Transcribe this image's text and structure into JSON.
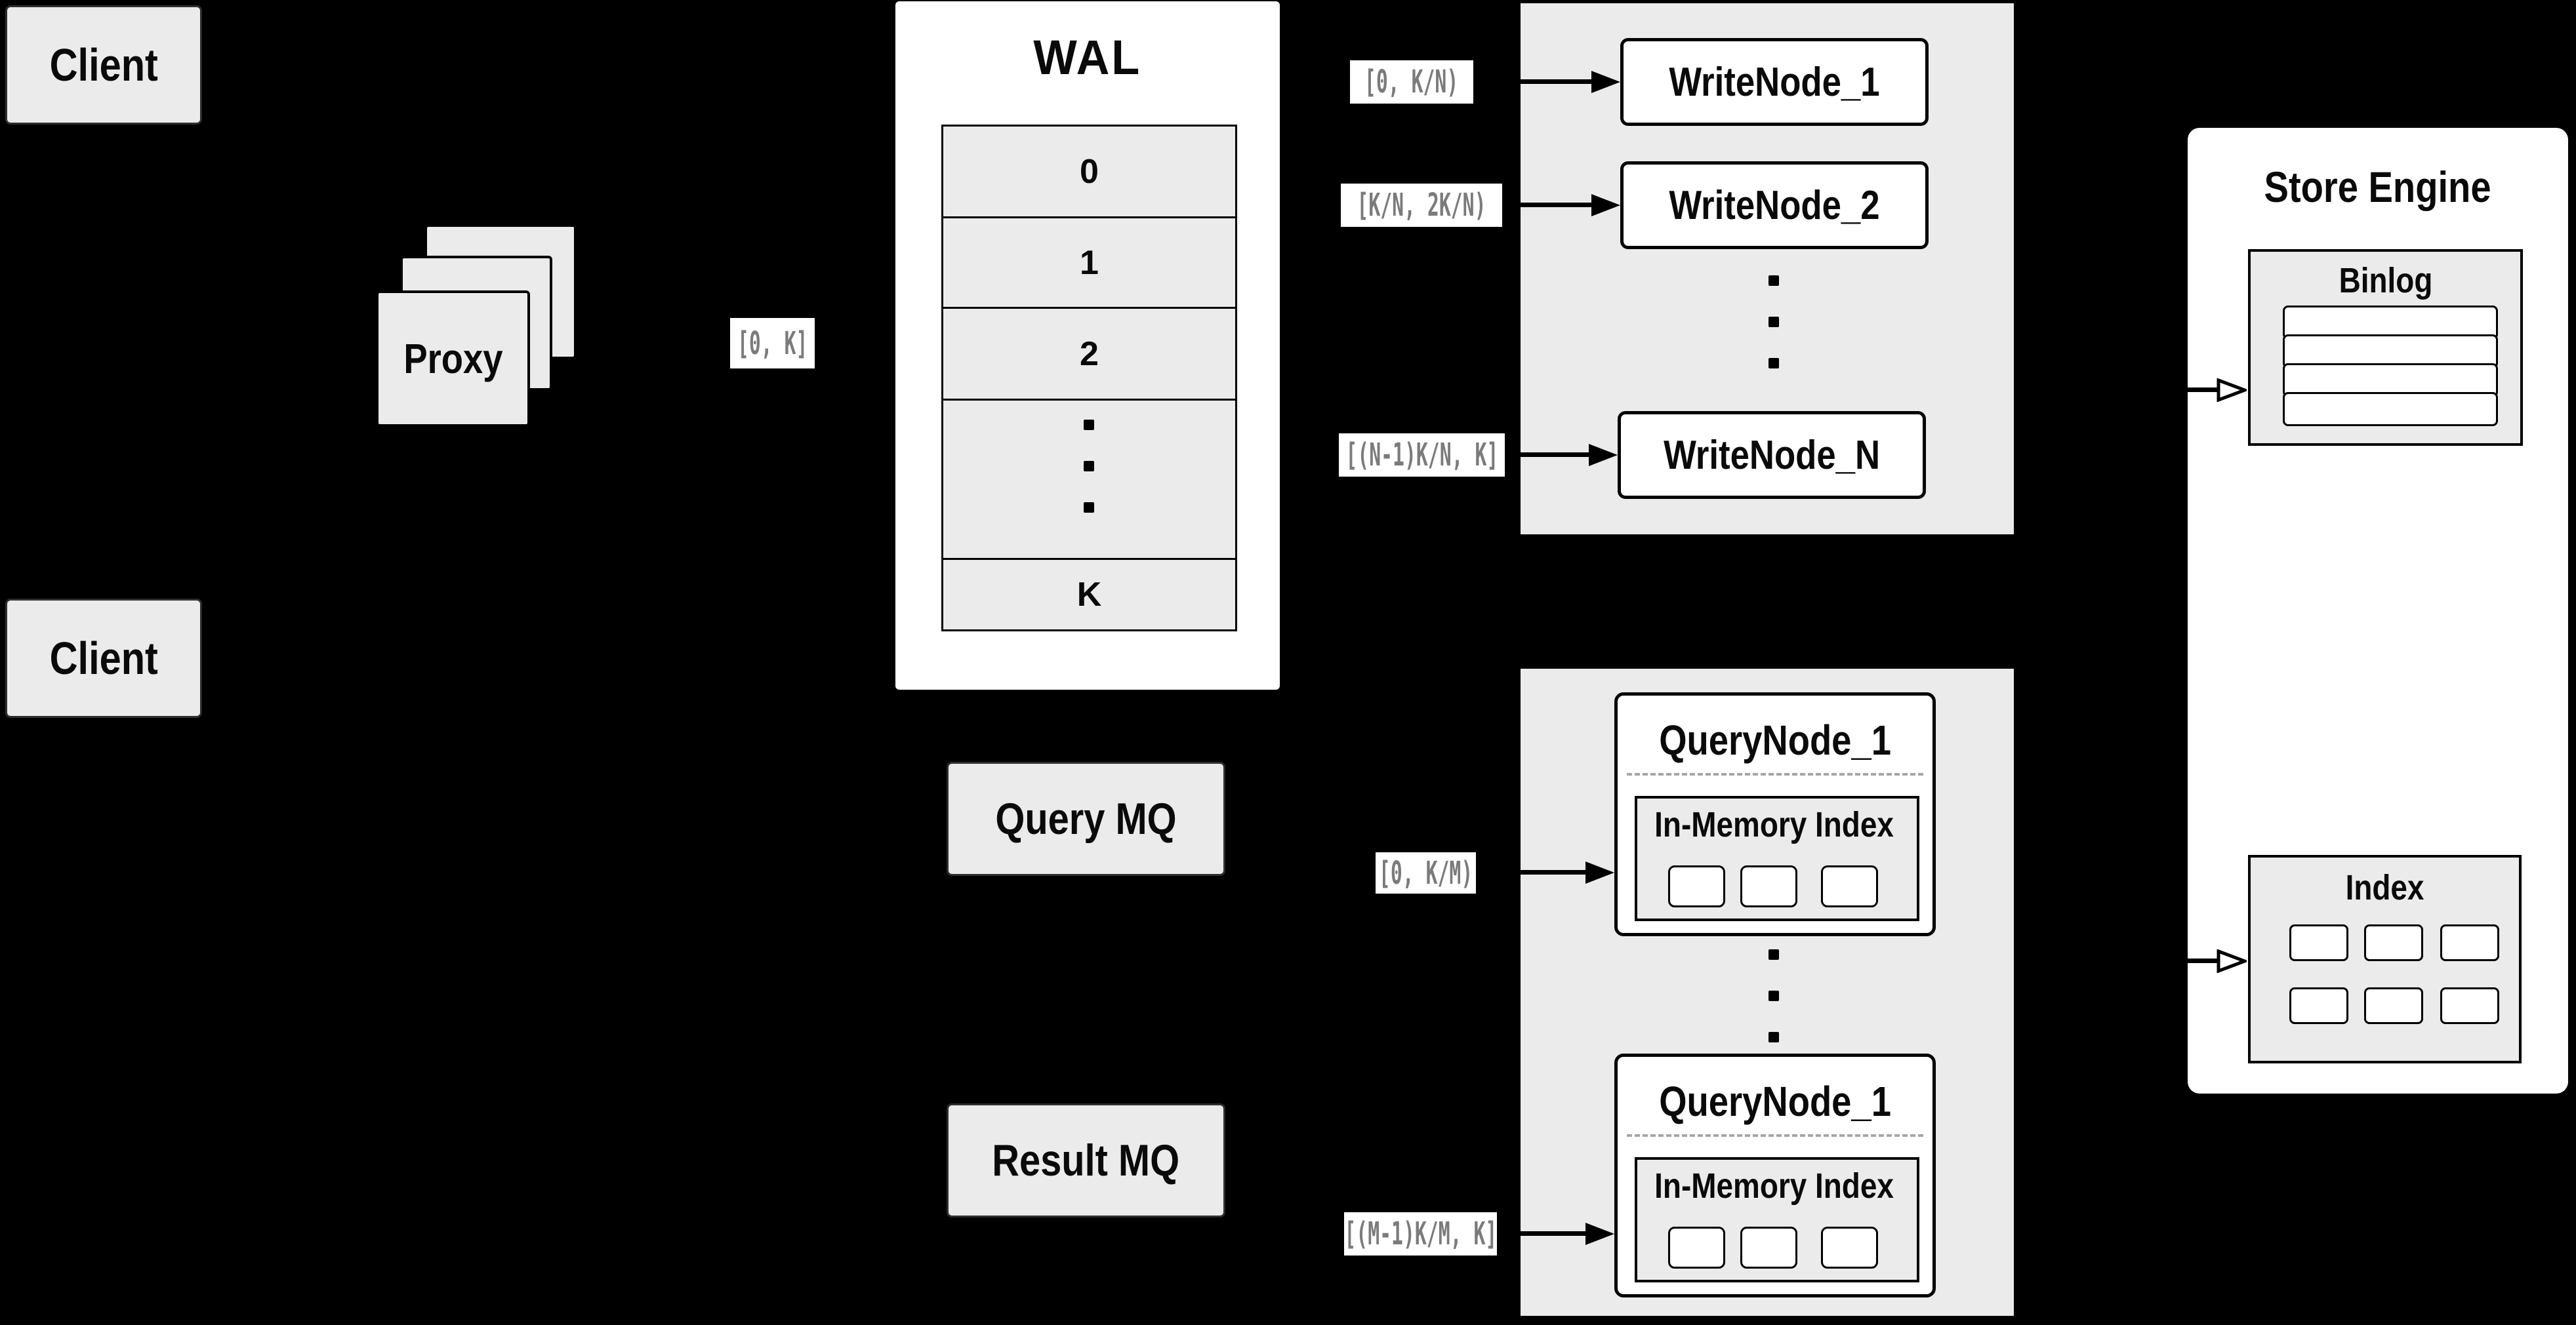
{
  "colors": {
    "background": "#000000",
    "panel_gray": "#ebebeb",
    "node_white": "#ffffff",
    "stroke_black": "#000000",
    "range_label_text": "#7b7b7b",
    "dashed_divider": "#a6a6a6"
  },
  "clients": {
    "top": "Client",
    "bottom": "Client"
  },
  "proxy": {
    "label": "Proxy",
    "fanout_range": "[0, K]"
  },
  "wal": {
    "title": "WAL",
    "segments": [
      "0",
      "1",
      "2",
      "K"
    ]
  },
  "write_group": {
    "nodes": [
      "WriteNode_1",
      "WriteNode_2",
      "WriteNode_N"
    ],
    "ranges": [
      "[0, K/N)",
      "[K/N, 2K/N)",
      "[(N-1)K/N, K]"
    ]
  },
  "query_group": {
    "nodes": [
      {
        "title": "QueryNode_1",
        "memory_index": "In-Memory Index"
      },
      {
        "title": "QueryNode_1",
        "memory_index": "In-Memory Index"
      }
    ],
    "ranges": [
      "[0, K/M)",
      "[(M-1)K/M, K]"
    ]
  },
  "mq": {
    "query": "Query MQ",
    "result": "Result MQ"
  },
  "store_engine": {
    "title": "Store Engine",
    "binlog": "Binlog",
    "index": "Index"
  }
}
